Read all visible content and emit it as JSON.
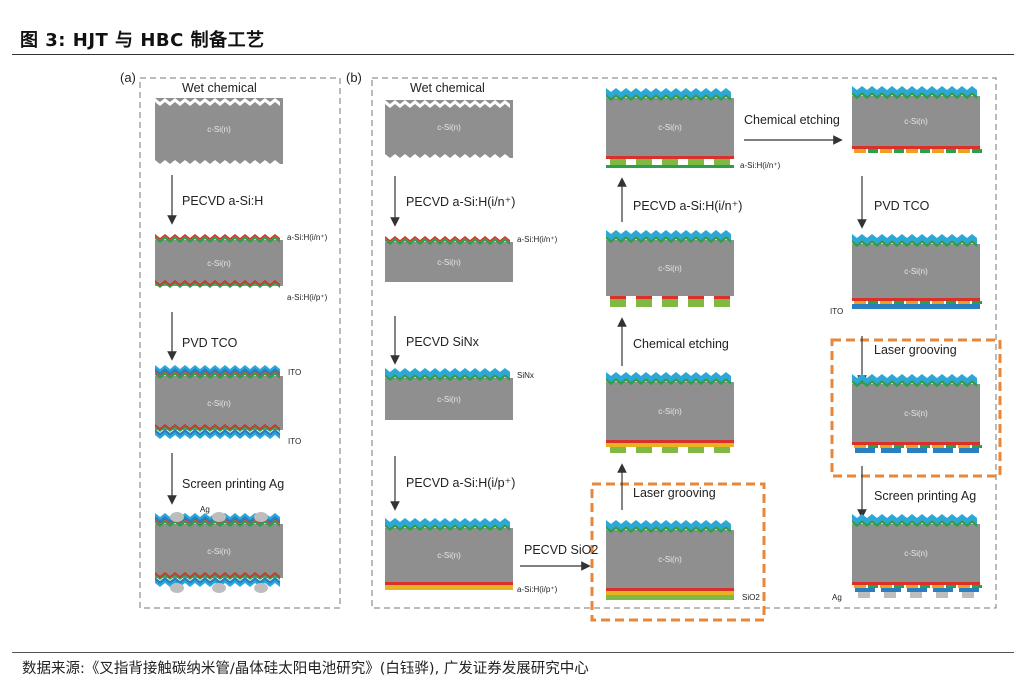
{
  "figure": {
    "title": "图 3: HJT 与 HBC 制备工艺",
    "source": "数据来源:《叉指背接触碳纳米管/晶体硅太阳电池研究》(白钰骅), 广发证券发展研究中心"
  },
  "panel_a": {
    "label": "(a)",
    "steps": [
      "Wet chemical",
      "PECVD  a-Si:H",
      "PVD  TCO",
      "Screen printing  Ag"
    ],
    "layer_labels": {
      "top_asi": "a-Si:H(i/n⁺)",
      "bottom_asi": "a-Si:H(i/p⁺)",
      "ito_top": "ITO",
      "ito_bottom": "ITO",
      "ag": "Ag"
    }
  },
  "panel_b": {
    "label": "(b)",
    "steps": [
      "Wet chemical",
      "PECVD  a-Si:H(i/n⁺)",
      "PECVD  SiNx",
      "PECVD  a-Si:H(i/p⁺)",
      "PECVD SiO2",
      "Laser grooving",
      "Chemical etching",
      "PECVD  a-Si:H(i/n⁺)",
      "Chemical etching",
      "PVD  TCO",
      "Laser grooving",
      "Screen printing  Ag"
    ],
    "layer_labels": {
      "asi_in": "a-Si:H(i/n⁺)",
      "sinx": "SiNx",
      "asi_ip": "a-Si:H(i/p⁺)",
      "sio2": "SiO2",
      "asi_in2": "a-Si:H(i/n⁺)",
      "ito": "ITO",
      "ag": "Ag"
    }
  },
  "wafer_label": "c-Si(n)",
  "colors": {
    "wafer": "#8f8f8f",
    "sinx": "#2aa8d8",
    "n_layer": "#2e9e4a",
    "p_layer": "#d9302a",
    "ito": "#2a7fc0",
    "sio2": "#e6b422",
    "orange_frame": "#e8873a",
    "ag": "#bdbdbd"
  }
}
